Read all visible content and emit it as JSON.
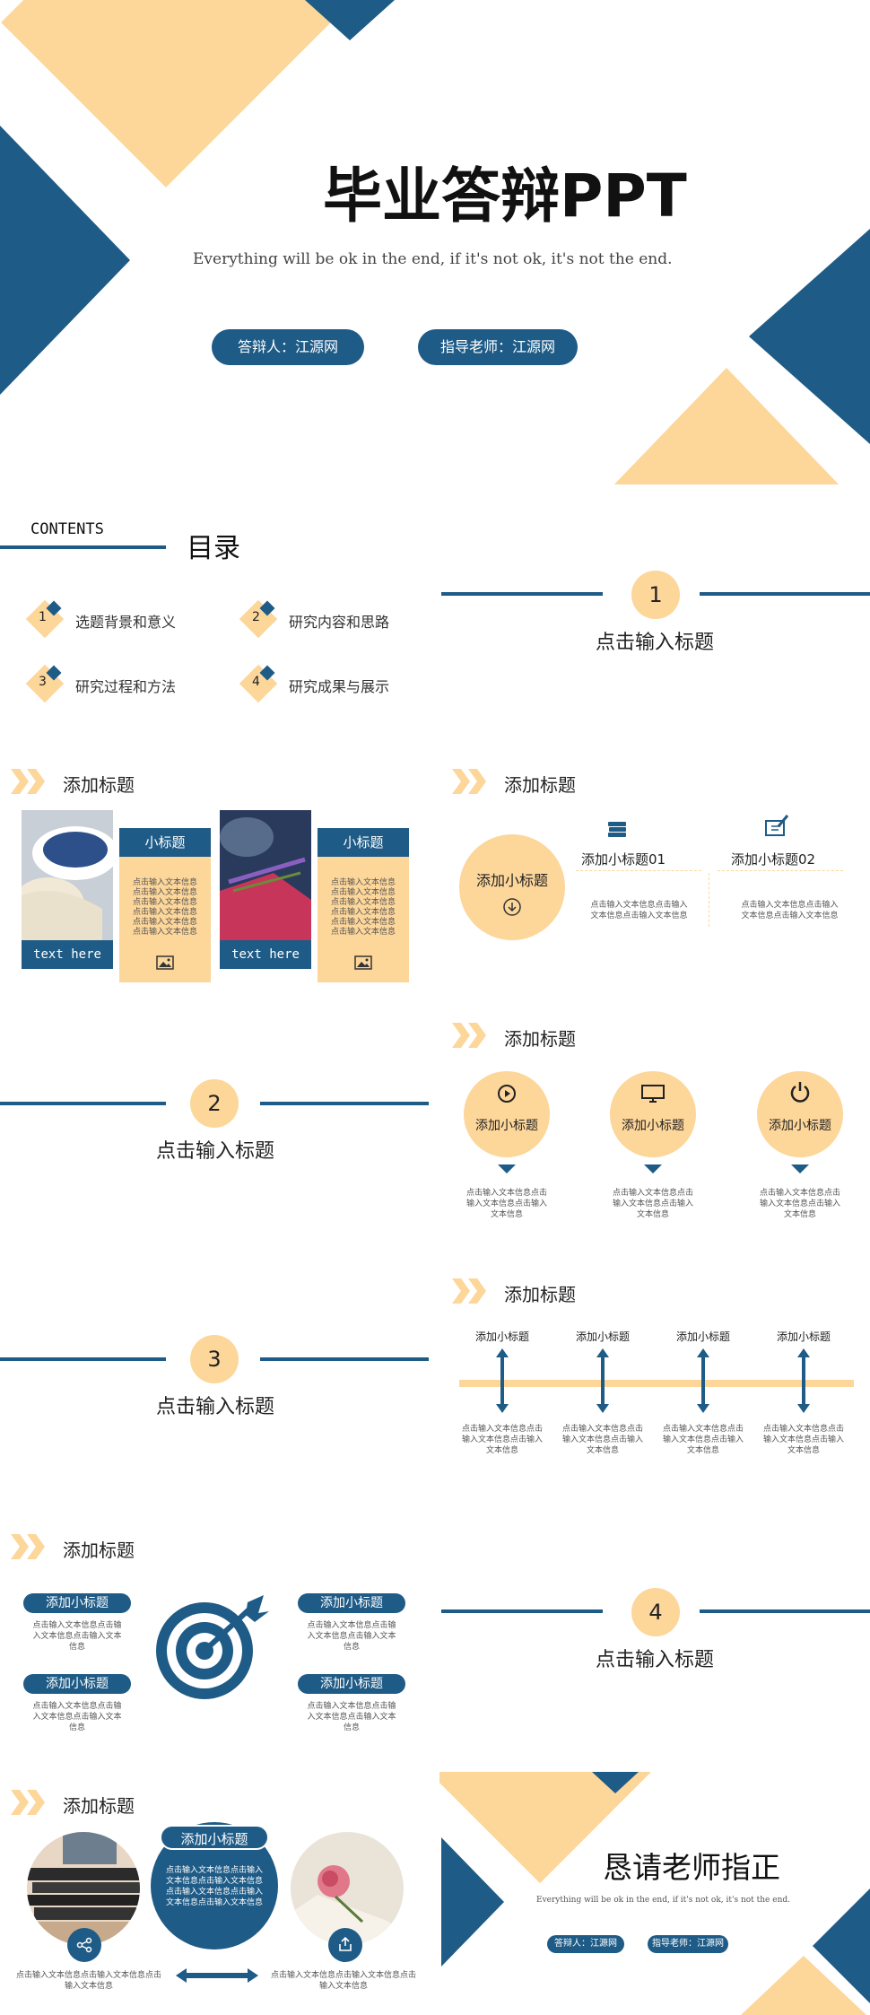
{
  "colors": {
    "navy": "#1e5b86",
    "peach": "#fdd69a"
  },
  "cover": {
    "title": "毕业答辩PPT",
    "subtitle": "Everything will be ok in the end, if it's not ok, it's not the end.",
    "respondent": "答辩人：江源网",
    "advisor": "指导老师：江源网"
  },
  "contents": {
    "en": "CONTENTS",
    "cn": "目录",
    "items": [
      {
        "n": "1",
        "label": "选题背景和意义"
      },
      {
        "n": "2",
        "label": "研究内容和思路"
      },
      {
        "n": "3",
        "label": "研究过程和方法"
      },
      {
        "n": "4",
        "label": "研究成果与展示"
      }
    ]
  },
  "section1": {
    "num": "1",
    "title": "点击输入标题"
  },
  "section2": {
    "num": "2",
    "title": "点击输入标题"
  },
  "section3": {
    "num": "3",
    "title": "点击输入标题"
  },
  "section4": {
    "num": "4",
    "title": "点击输入标题"
  },
  "slide_cards": {
    "title": "添加标题",
    "card1_label": "text here",
    "card1_head": "小标题",
    "card1_body": "点击输入文本信息\n点击输入文本信息\n点击输入文本信息\n点击输入文本信息\n点击输入文本信息\n点击输入文本信息",
    "card2_label": "text here",
    "card2_head": "小标题",
    "card2_body": "点击输入文本信息\n点击输入文本信息\n点击输入文本信息\n点击输入文本信息\n点击输入文本信息\n点击输入文本信息"
  },
  "slide_two": {
    "title": "添加标题",
    "circle_label": "添加小标题",
    "sub1": "添加小标题01",
    "sub2": "添加小标题02",
    "body1": "点击输入文本信息点击输入\n文本信息点击输入文本信息",
    "body2": "点击输入文本信息点击输入\n文本信息点击输入文本信息"
  },
  "slide_three": {
    "title": "添加标题",
    "items": [
      {
        "label": "添加小标题",
        "body": "点击输入文本信息点击\n输入文本信息点击输入\n文本信息"
      },
      {
        "label": "添加小标题",
        "body": "点击输入文本信息点击\n输入文本信息点击输入\n文本信息"
      },
      {
        "label": "添加小标题",
        "body": "点击输入文本信息点击\n输入文本信息点击输入\n文本信息"
      }
    ]
  },
  "slide_timeline": {
    "title": "添加标题",
    "items": [
      {
        "label": "添加小标题",
        "body": "点击输入文本信息点击\n输入文本信息点击输入\n文本信息"
      },
      {
        "label": "添加小标题",
        "body": "点击输入文本信息点击\n输入文本信息点击输入\n文本信息"
      },
      {
        "label": "添加小标题",
        "body": "点击输入文本信息点击\n输入文本信息点击输入\n文本信息"
      },
      {
        "label": "添加小标题",
        "body": "点击输入文本信息点击\n输入文本信息点击输入\n文本信息"
      }
    ]
  },
  "slide_target": {
    "title": "添加标题",
    "items": [
      {
        "label": "添加小标题",
        "body": "点击输入文本信息点击输\n入文本信息点击输入文本\n信息"
      },
      {
        "label": "添加小标题",
        "body": "点击输入文本信息点击输\n入文本信息点击输入文本\n信息"
      },
      {
        "label": "添加小标题",
        "body": "点击输入文本信息点击输\n入文本信息点击输入文本\n信息"
      },
      {
        "label": "添加小标题",
        "body": "点击输入文本信息点击输\n入文本信息点击输入文本\n信息"
      }
    ]
  },
  "slide_last": {
    "title": "添加标题",
    "center_label": "添加小标题",
    "center_body": "点击输入文本信息点击输入文本信息点击输入文本信息点击输入文本信息点击输入文本信息点击输入文本信息",
    "left_body": "点击输入文本信息点击输入文本信息点击\n输入文本信息",
    "right_body": "点击输入文本信息点击输入文本信息点击\n输入文本信息"
  },
  "thanks": {
    "title": "恳请老师指正",
    "subtitle": "Everything will be ok in the end, if it's not ok, it's not the end.",
    "respondent": "答辩人：江源网",
    "advisor": "指导老师：江源网"
  }
}
